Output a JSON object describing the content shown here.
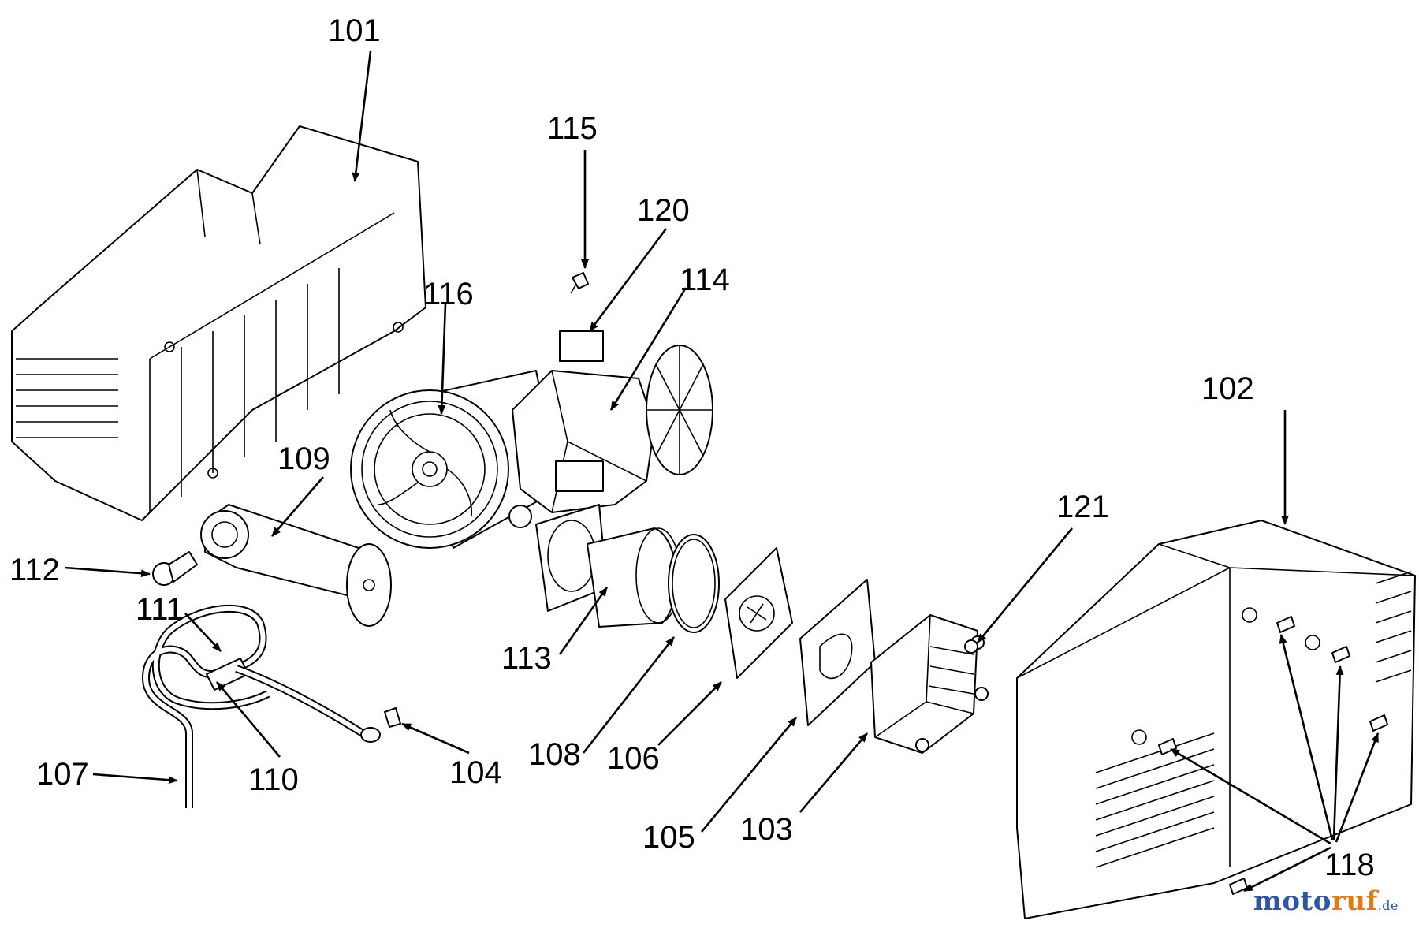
{
  "callouts": {
    "p101": "101",
    "p102": "102",
    "p103": "103",
    "p104": "104",
    "p105": "105",
    "p106": "106",
    "p107": "107",
    "p108": "108",
    "p109": "109",
    "p110": "110",
    "p111": "111",
    "p112": "112",
    "p113": "113",
    "p114": "114",
    "p115": "115",
    "p116": "116",
    "p118": "118",
    "p120": "120",
    "p121": "121"
  },
  "watermark": {
    "part1": "moto",
    "part2": "ruf",
    "tld": ".de"
  },
  "colors": {
    "line": "#000000",
    "background": "#ffffff",
    "watermark_blue": "#2f55a4",
    "watermark_orange": "#e07a1c"
  }
}
